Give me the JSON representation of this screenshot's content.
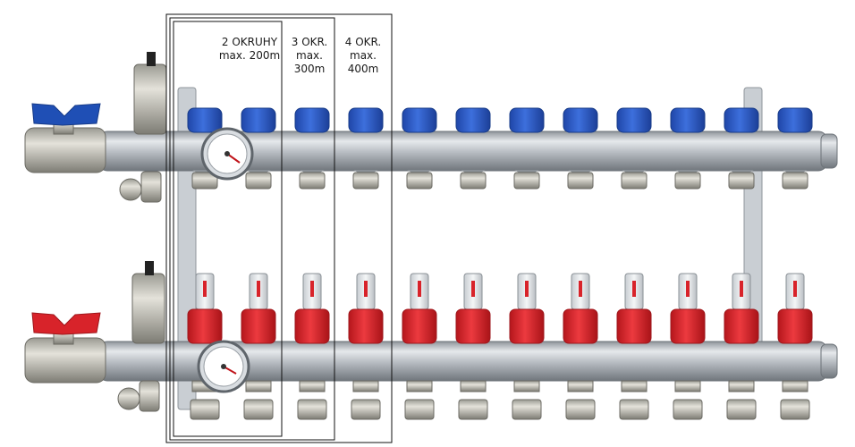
{
  "zones": [
    {
      "lines": [
        "2 OKRUHY",
        "max. 200m"
      ]
    },
    {
      "lines": [
        "3 OKR.",
        "max.",
        "300m"
      ]
    },
    {
      "lines": [
        "4 OKR.",
        "max.",
        "400m"
      ]
    }
  ],
  "manifold": {
    "circuit_count": 12,
    "upper_cap_color": "#2b59c3",
    "lower_cap_color": "#d8232a",
    "valve_upper_handle_color": "#1f4fb5",
    "valve_lower_handle_color": "#d8232a",
    "pipe_color": "#b7bcc2",
    "bracket_color": "#c9ced3"
  }
}
